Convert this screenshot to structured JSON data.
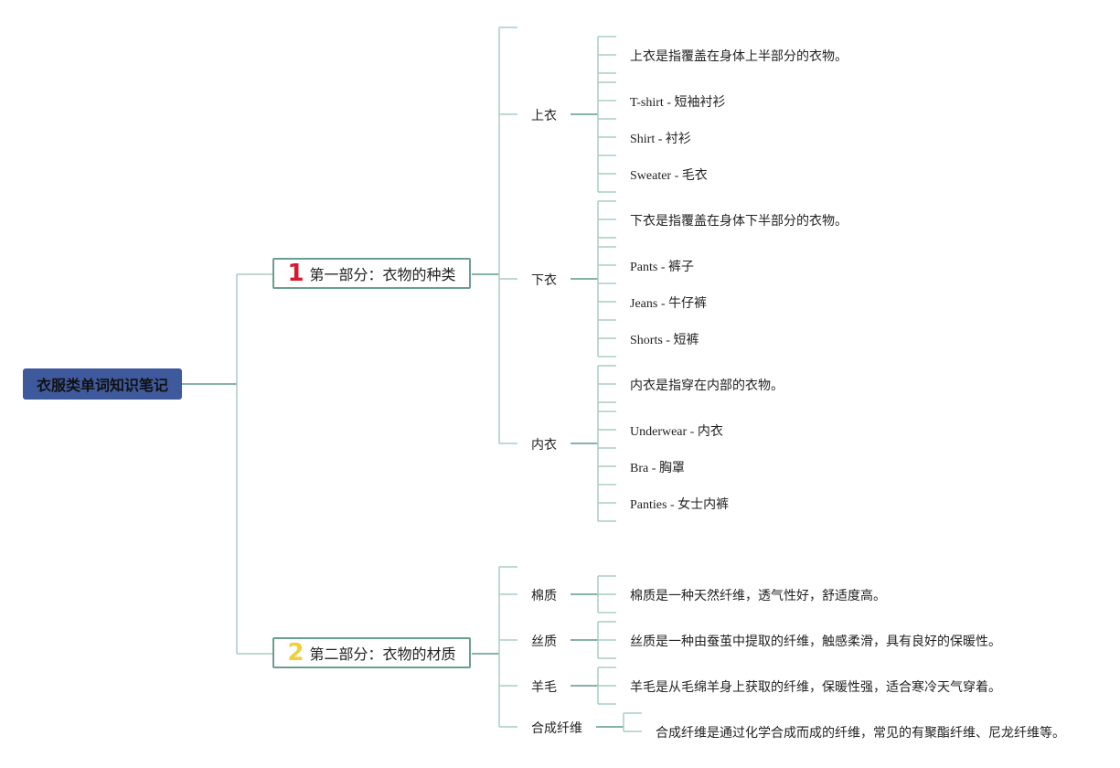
{
  "root": {
    "label": "衣服类单词知识笔记",
    "color": "#3f5a9c"
  },
  "sections": [
    {
      "number": "1",
      "label": "第一部分：衣物的种类",
      "categories": [
        {
          "label": "上衣",
          "items": [
            "上衣是指覆盖在身体上半部分的衣物。",
            "T-shirt - 短袖衬衫",
            "Shirt - 衬衫",
            "Sweater - 毛衣"
          ]
        },
        {
          "label": "下衣",
          "items": [
            "下衣是指覆盖在身体下半部分的衣物。",
            "Pants - 裤子",
            "Jeans - 牛仔裤",
            "Shorts - 短裤"
          ]
        },
        {
          "label": "内衣",
          "items": [
            "内衣是指穿在内部的衣物。",
            "Underwear - 内衣",
            "Bra - 胸罩",
            "Panties - 女士内裤"
          ]
        }
      ]
    },
    {
      "number": "2",
      "label": "第二部分：衣物的材质",
      "categories": [
        {
          "label": "棉质",
          "items": [
            "棉质是一种天然纤维，透气性好，舒适度高。"
          ]
        },
        {
          "label": "丝质",
          "items": [
            "丝质是一种由蚕茧中提取的纤维，触感柔滑，具有良好的保暖性。"
          ]
        },
        {
          "label": "羊毛",
          "items": [
            "羊毛是从毛绵羊身上获取的纤维，保暖性强，适合寒冷天气穿着。"
          ]
        },
        {
          "label": "合成纤维",
          "items": [
            "合成纤维是通过化学合成而成的纤维，常见的有聚酯纤维、尼龙纤维等。"
          ]
        }
      ]
    }
  ],
  "colors": {
    "line_light": "#a9cdc3",
    "line_dark": "#5f988a"
  }
}
